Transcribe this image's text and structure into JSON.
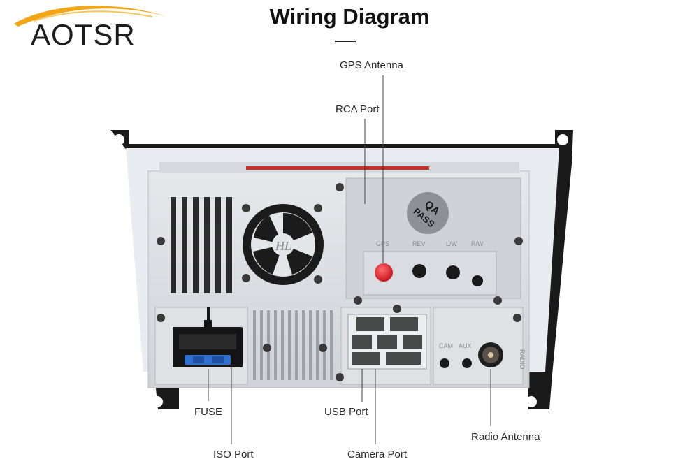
{
  "brand": {
    "name": "AOTSR",
    "accent": "#f2a516"
  },
  "header": {
    "title": "Wiring Diagram"
  },
  "callouts": {
    "gps_antenna": "GPS Antenna",
    "rca_port": "RCA Port",
    "fuse": "FUSE",
    "iso_port": "ISO Port",
    "usb_port": "USB Port",
    "camera_port": "Camera Port",
    "radio_antenna": "Radio Antenna"
  },
  "unit": {
    "fan_label": "HL",
    "qa_badge_line1": "QA",
    "qa_badge_line2": "PASS",
    "jack_labels": [
      "GPS",
      "REV",
      "L/W",
      "R/W"
    ],
    "side_labels": [
      "CAM",
      "AUX"
    ],
    "radio_label": "RADIO"
  },
  "colors": {
    "chassis": "#dcdee2",
    "frame": "#1a1a1a",
    "gps_connector": "#e0212b",
    "fuse": "#2e6fd0",
    "leader_line": "#444444"
  }
}
